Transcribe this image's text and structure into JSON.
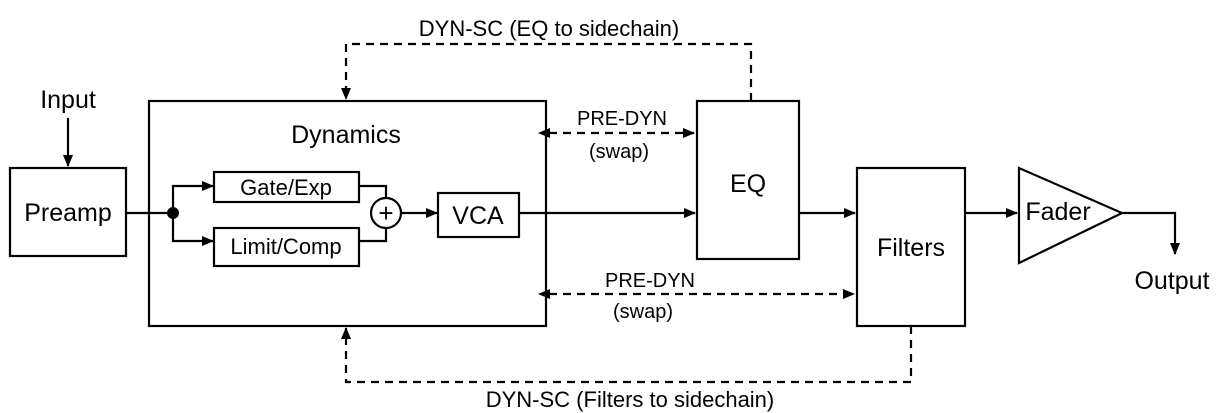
{
  "diagram": {
    "input_label": "Input",
    "output_label": "Output",
    "blocks": {
      "preamp": "Preamp",
      "dynamics": "Dynamics",
      "gate": "Gate/Exp",
      "limit": "Limit/Comp",
      "vca": "VCA",
      "eq": "EQ",
      "filters": "Filters",
      "fader": "Fader"
    },
    "routes": {
      "eq_sidechain": "DYN-SC (EQ to sidechain)",
      "filters_sidechain": "DYN-SC (Filters to sidechain)",
      "pre_dyn_eq_line1": "PRE-DYN",
      "pre_dyn_eq_line2": "(swap)",
      "pre_dyn_filters_line1": "PRE-DYN",
      "pre_dyn_filters_line2": "(swap)"
    },
    "summing_symbol": "+"
  }
}
